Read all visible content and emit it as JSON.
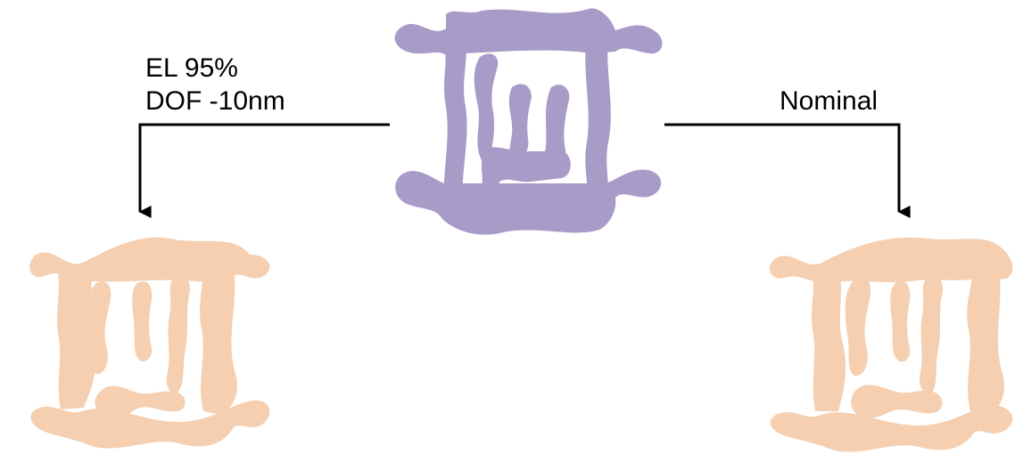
{
  "labels": {
    "left_line1": "EL 95%",
    "left_line2": "DOF -10nm",
    "right": "Nominal"
  },
  "colors": {
    "mask": "#a89bc7",
    "printed": "#f5cfb0",
    "arrow": "#000000"
  }
}
